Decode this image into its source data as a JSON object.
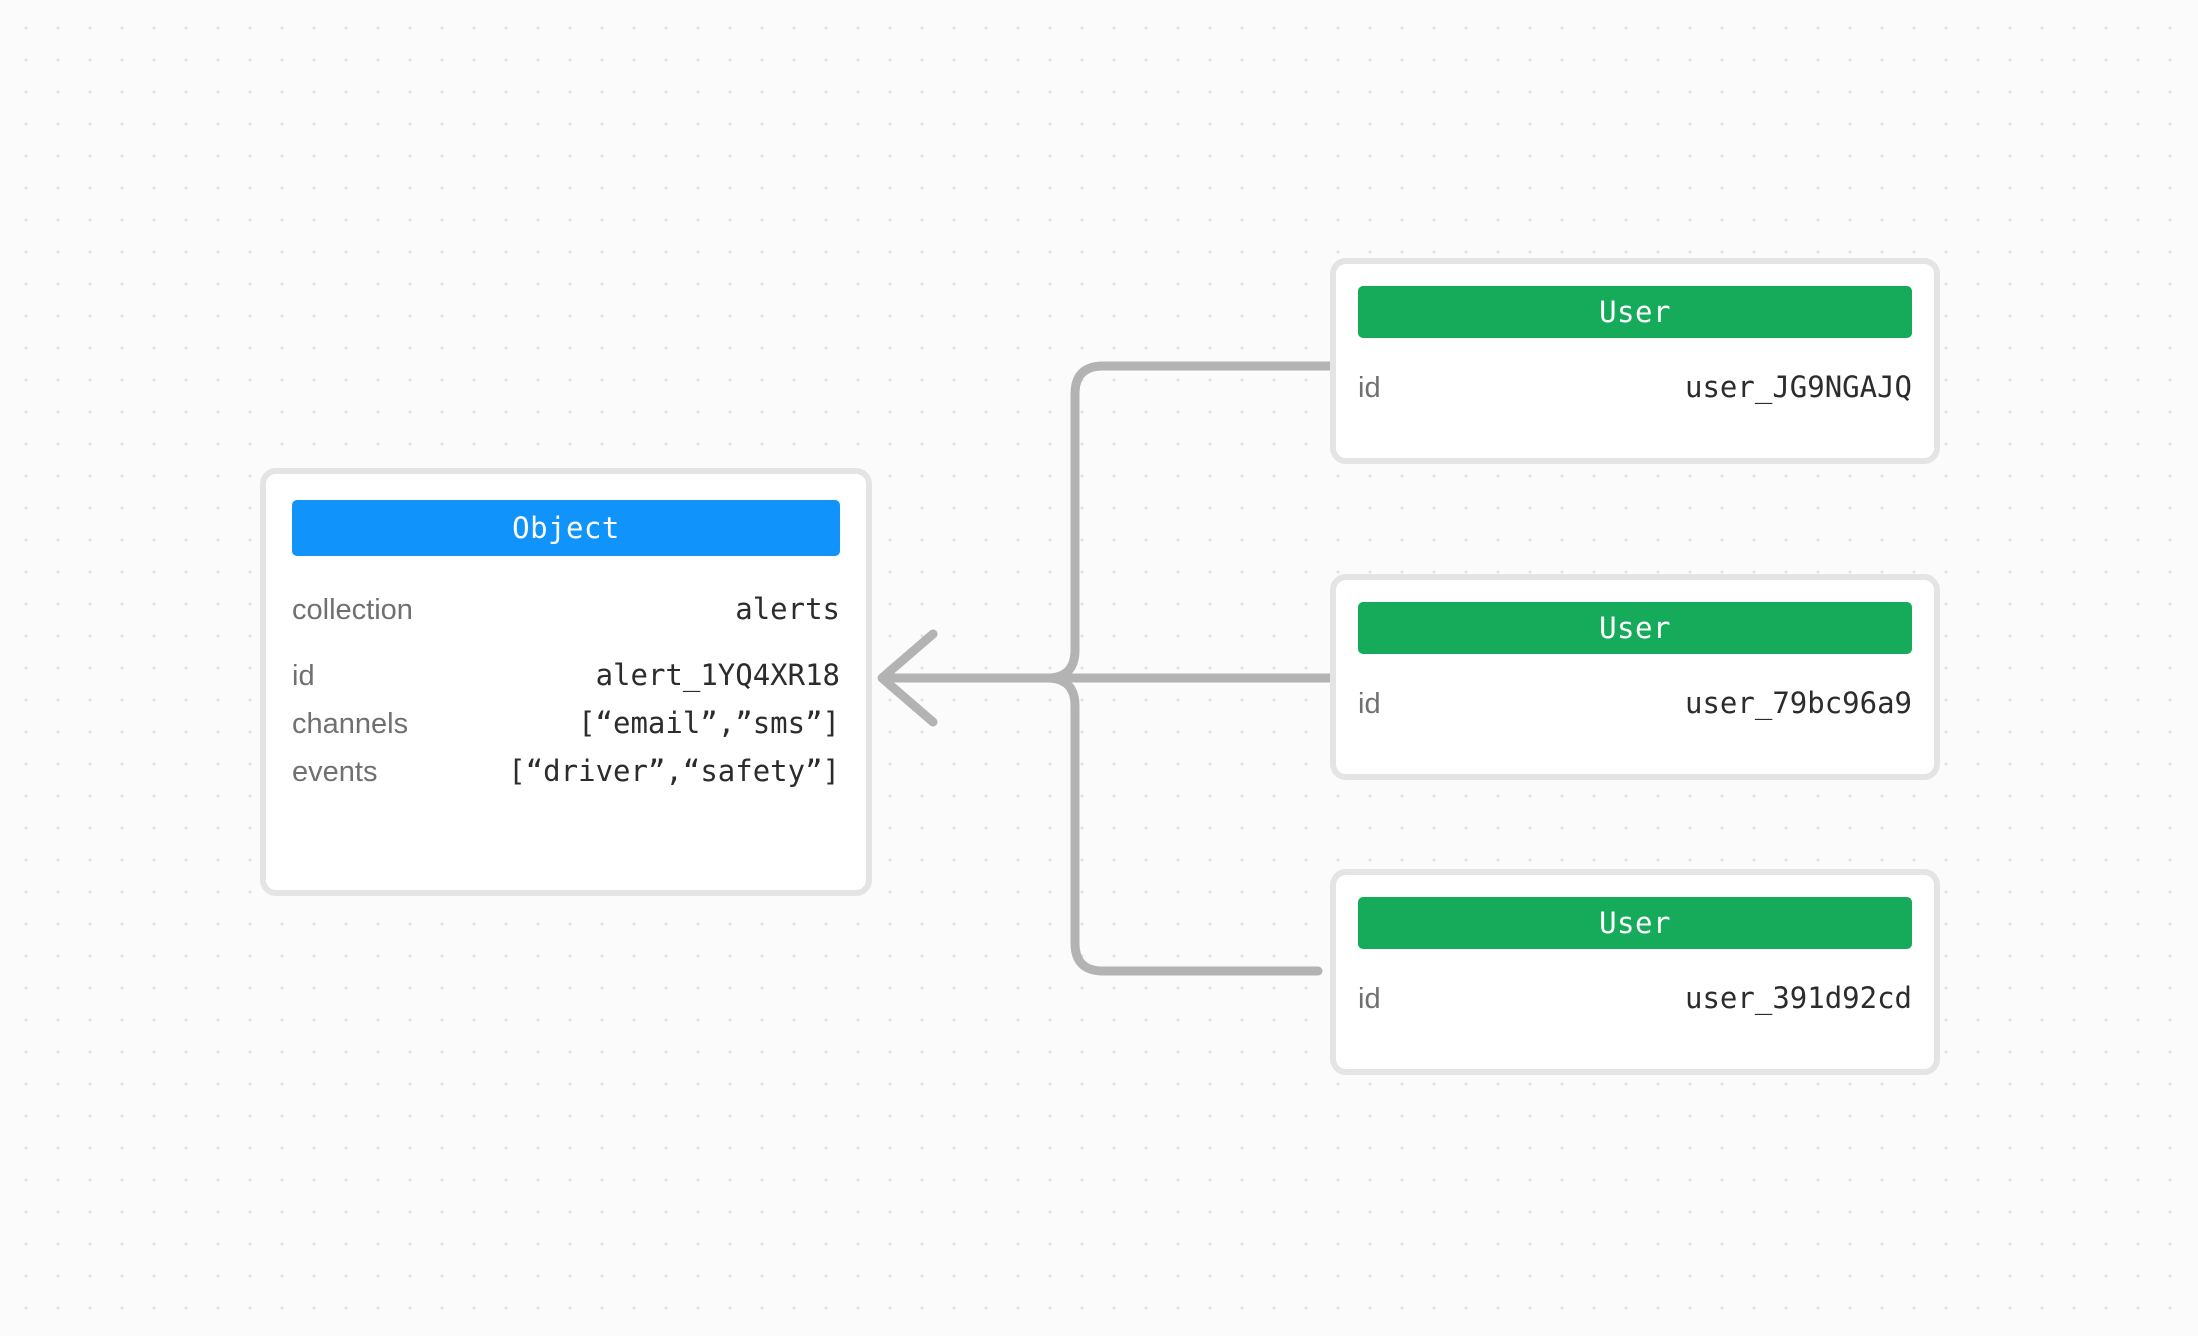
{
  "canvas": {
    "background_color": "#fbfbfb",
    "grid_dot_color": "#e3e3e3",
    "edge_color": "#b3b3b3"
  },
  "object_node": {
    "type_label": "Object",
    "header_color": "#1093fb",
    "rows": [
      {
        "key": "collection",
        "value": "alerts"
      },
      {
        "key": "id",
        "value": "alert_1YQ4XR18"
      },
      {
        "key": "channels",
        "value": "[“email”,”sms”]"
      },
      {
        "key": "events",
        "value": "[“driver”,“safety”]"
      }
    ]
  },
  "user_nodes": [
    {
      "type_label": "User",
      "header_color": "#16ab5a",
      "rows": [
        {
          "key": "id",
          "value": "user_JG9NGAJQ"
        }
      ]
    },
    {
      "type_label": "User",
      "header_color": "#16ab5a",
      "rows": [
        {
          "key": "id",
          "value": "user_79bc96a9"
        }
      ]
    },
    {
      "type_label": "User",
      "header_color": "#16ab5a",
      "rows": [
        {
          "key": "id",
          "value": "user_391d92cd"
        }
      ]
    }
  ]
}
